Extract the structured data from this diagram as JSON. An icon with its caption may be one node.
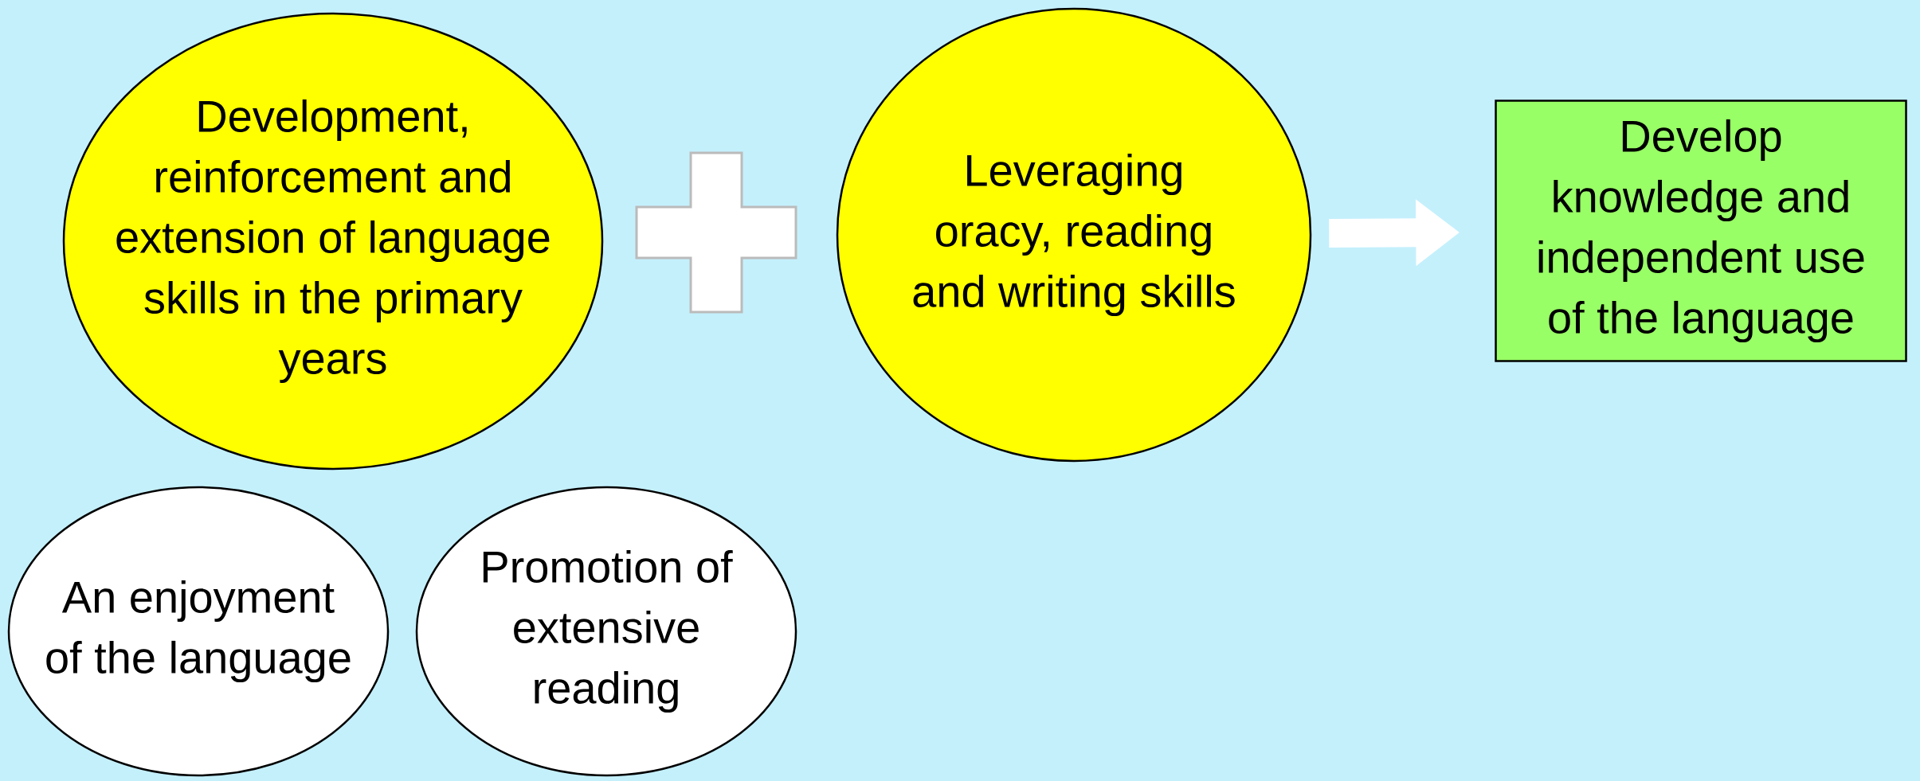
{
  "diagram": {
    "nodes": [
      {
        "text": [
          "Development, reinforcement and extension of language skills in the primary years"
        ]
      },
      {
        "text": [],
        "shape": "plus"
      },
      {
        "text": [
          "Leveraging oracy, reading and writing skills"
        ]
      },
      {
        "text": [
          "Develop knowledge and independent use of the language"
        ]
      },
      {
        "text": [
          "An enjoyment of the language"
        ]
      },
      {
        "text": [
          "Promotion of extensive reading"
        ]
      }
    ],
    "edges": [
      {
        "from": 2,
        "to": 3,
        "arrow": "to"
      }
    ]
  }
}
